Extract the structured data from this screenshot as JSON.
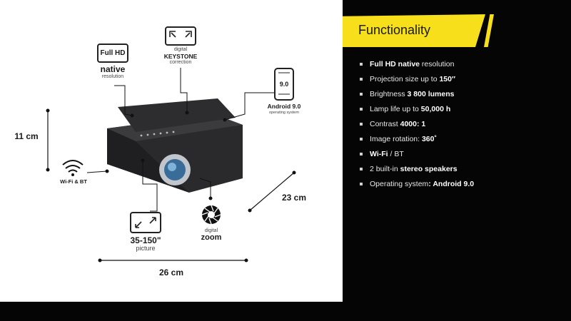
{
  "banner": {
    "title": "Functionality"
  },
  "features": [
    {
      "strong": "Full HD native",
      "text": " resolution",
      "strong_first": true
    },
    {
      "pre": "Projection size up to ",
      "strong": "150″"
    },
    {
      "pre": "Brightness ",
      "strong": "3 800 lumens"
    },
    {
      "pre": "Lamp life up to ",
      "strong": "50,000 h"
    },
    {
      "pre": "Contrast ",
      "strong": "4000: 1"
    },
    {
      "pre": "Image rotation: ",
      "strong": "360˚"
    },
    {
      "strong": "Wi-Fi",
      "text": " / BT",
      "strong_first": true
    },
    {
      "pre": "2 built-in ",
      "strong": "stereo speakers"
    },
    {
      "pre": "Operating system",
      "strong": ": Android 9.0"
    }
  ],
  "callouts": {
    "fullhd_badge": "Full HD",
    "native": "native",
    "resolution": "resolution",
    "keystone_digital": "digital",
    "keystone": "KEYSTONE",
    "keystone_correction": "correction",
    "android_screen": "9.0",
    "android": "Android 9.0",
    "android_sub": "operating system",
    "wifi": "Wi-Fi & BT",
    "picture_size": "35-150\"",
    "picture": "picture",
    "zoom_digital": "digital",
    "zoom": "zoom"
  },
  "dimensions": {
    "height": "11 cm",
    "depth": "23 cm",
    "width": "26 cm"
  }
}
